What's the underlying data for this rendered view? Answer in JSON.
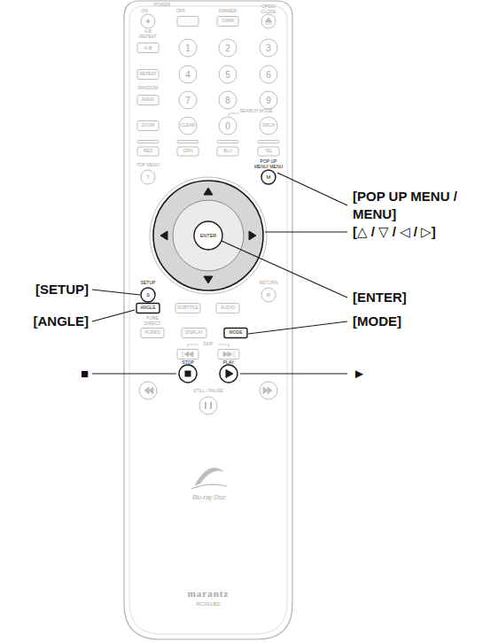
{
  "diagram": {
    "labels": [
      "POWER",
      "ON",
      "OFF",
      "DIMMER",
      "OPEN/ CLOSE",
      "DIMM",
      "A-B REPEAT",
      "A-B",
      "1",
      "2",
      "3",
      "REPEAT",
      "4",
      "5",
      "6",
      "RANDOM",
      "RAND",
      "7",
      "8",
      "9",
      "SEARCH MODE",
      "ZOOM",
      "CLEAR",
      "0",
      "SRCH",
      "RED",
      "GRN",
      "BLU",
      "YEL",
      "TOP MENU",
      "T",
      "POP UP MENU/ MENU",
      "M",
      "ENTER",
      "SETUP",
      "S",
      "RETURN",
      "R",
      "ANGLE",
      "SUBTITLE",
      "AUDIO",
      "PURE DIRECT",
      "PURED",
      "DISPLAY",
      "MODE",
      "SKIP",
      "STOP",
      "PLAY",
      "STILL / PAUSE",
      "Blu-ray Disc",
      "marantz",
      "RC001BD",
      "[POP UP MENU / MENU]",
      "[△ / ▽ / ◁ / ▷]",
      "[SETUP]",
      "[ENTER]",
      "[ANGLE]",
      "[MODE]",
      "■",
      "►"
    ]
  }
}
